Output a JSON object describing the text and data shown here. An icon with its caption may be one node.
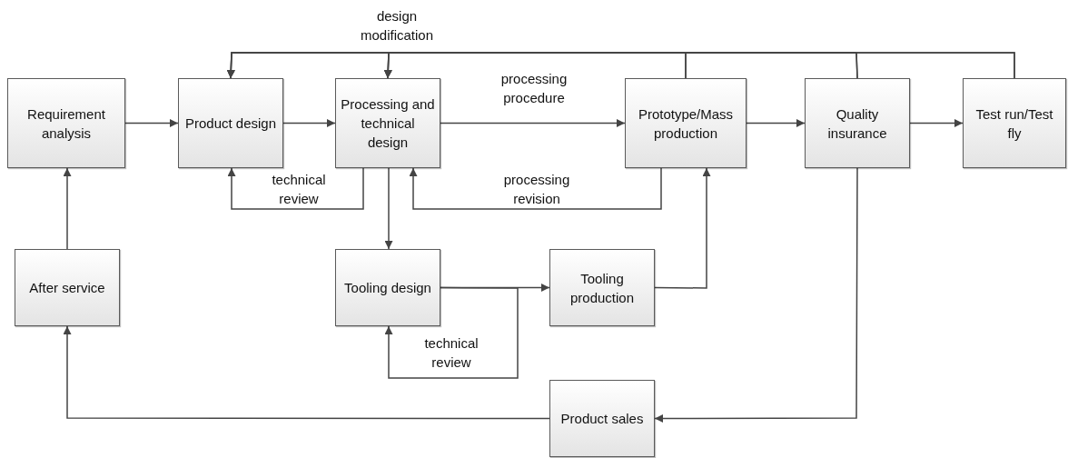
{
  "diagram": {
    "nodes": [
      {
        "text": [
          "Requirement analysis"
        ]
      },
      {
        "text": [
          "Product design"
        ]
      },
      {
        "text": [
          "Processing and technical design"
        ]
      },
      {
        "text": [
          "Prototype/Mass production"
        ]
      },
      {
        "text": [
          "Quality insurance"
        ]
      },
      {
        "text": [
          "Test run/Test fly"
        ]
      },
      {
        "text": [
          "After service"
        ]
      },
      {
        "text": [
          "Tooling design"
        ]
      },
      {
        "text": [
          "Tooling production"
        ]
      },
      {
        "text": [
          "Product sales"
        ]
      }
    ],
    "edges": [
      {
        "from": 0,
        "to": 1,
        "arrow": "to"
      },
      {
        "from": 1,
        "to": 2,
        "arrow": "to"
      },
      {
        "from": 2,
        "to": 3,
        "arrow": "to",
        "label": "processing procedure"
      },
      {
        "from": 3,
        "to": 4,
        "arrow": "to"
      },
      {
        "from": 4,
        "to": 5,
        "arrow": "to"
      },
      {
        "from": 3,
        "to": 1,
        "arrow": "to",
        "label": "design modification"
      },
      {
        "from": 3,
        "to": 2,
        "arrow": "to"
      },
      {
        "from": 4,
        "to": 1,
        "arrow": "to"
      },
      {
        "from": 4,
        "to": 2,
        "arrow": "to"
      },
      {
        "from": 5,
        "to": 1,
        "arrow": "to"
      },
      {
        "from": 5,
        "to": 2,
        "arrow": "to"
      },
      {
        "from": 2,
        "to": 1,
        "arrow": "to",
        "label": "technical review"
      },
      {
        "from": 3,
        "to": 2,
        "arrow": "to",
        "label": "processing revision"
      },
      {
        "from": 2,
        "to": 7,
        "arrow": "to"
      },
      {
        "from": 7,
        "to": 8,
        "arrow": "to"
      },
      {
        "from": 7,
        "to": 7,
        "arrow": "to",
        "label": "technical review"
      },
      {
        "from": 8,
        "to": 3,
        "arrow": "to"
      },
      {
        "from": 4,
        "to": 9,
        "arrow": "to"
      },
      {
        "from": 9,
        "to": 6,
        "arrow": "to"
      },
      {
        "from": 6,
        "to": 0,
        "arrow": "to"
      }
    ]
  }
}
